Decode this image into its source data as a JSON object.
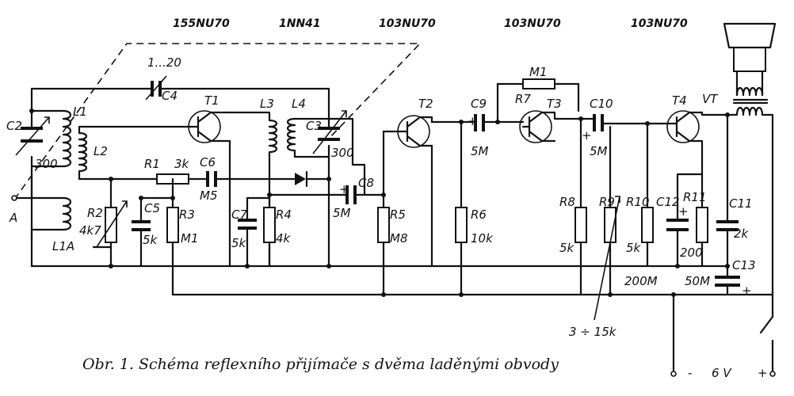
{
  "header": {
    "t1_type": "155NU70",
    "diode_type": "1NN41",
    "t2_type": "103NU70",
    "t3_type": "103NU70",
    "t4_type": "103NU70"
  },
  "labels": {
    "c4_value": "1...20",
    "c4": "C4",
    "c2": "C2",
    "c2_value": "300",
    "l1": "L1",
    "l2": "L2",
    "antenna": "A",
    "l1a": "L1A",
    "r2": "R2",
    "r2_value": "4k7",
    "c5": "C5",
    "c5_value": "5k",
    "r3": "R3",
    "r3_value": "M1",
    "r1": "R1",
    "r1_value": "3k",
    "c6": "C6",
    "c6_value": "M5",
    "t1": "T1",
    "l3": "L3",
    "l4": "L4",
    "c3": "C3",
    "c3_value": "300",
    "c7": "C7",
    "c7_value": "5k",
    "r4": "R4",
    "r4_value": "4k",
    "c8": "C8",
    "c8_value": "5M",
    "r5": "R5",
    "r5_value": "M8",
    "t2": "T2",
    "c9": "C9",
    "c9_value": "5M",
    "r6": "R6",
    "r6_value": "10k",
    "r7_value": "M1",
    "r7": "R7",
    "t3": "T3",
    "c10": "C10",
    "c10_value": "5M",
    "r8": "R8",
    "r8_value": "5k",
    "r9": "R9",
    "r9_range": "3 ÷ 15k",
    "r10": "R10",
    "r10_value": "5k",
    "c12": "C12",
    "c12_value": "200M",
    "r11": "R11",
    "r11_value": "200",
    "c11": "C11",
    "c11_value": "2k",
    "c13": "C13",
    "c13_value": "50M",
    "t4": "T4",
    "vt": "VT",
    "minus": "-",
    "voltage": "6 V",
    "plus": "+",
    "plus_sign": "+"
  },
  "caption": "Obr. 1. Schéma reflexního přijímače s dvěma laděnými obvody"
}
